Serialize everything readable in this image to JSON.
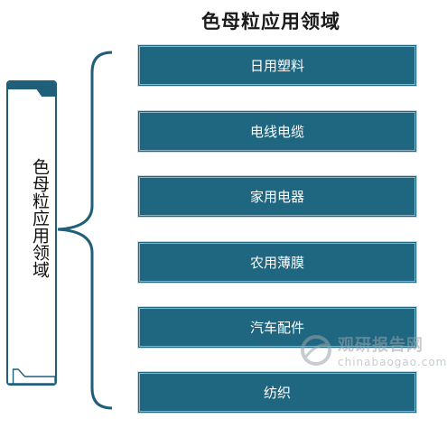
{
  "title": "色母粒应用领域",
  "root_label": "色母粒应用领域",
  "branches": [
    {
      "label": "日用塑料"
    },
    {
      "label": "电线电缆"
    },
    {
      "label": "家用电器"
    },
    {
      "label": "农用薄膜"
    },
    {
      "label": "汽车配件"
    },
    {
      "label": "纺织"
    }
  ],
  "watermark": {
    "text": "观研报告网",
    "url": "chinabaogao.com"
  },
  "colors": {
    "box_fill": "#1f6680",
    "accent": "#1f5f7a",
    "text": "#111111"
  }
}
